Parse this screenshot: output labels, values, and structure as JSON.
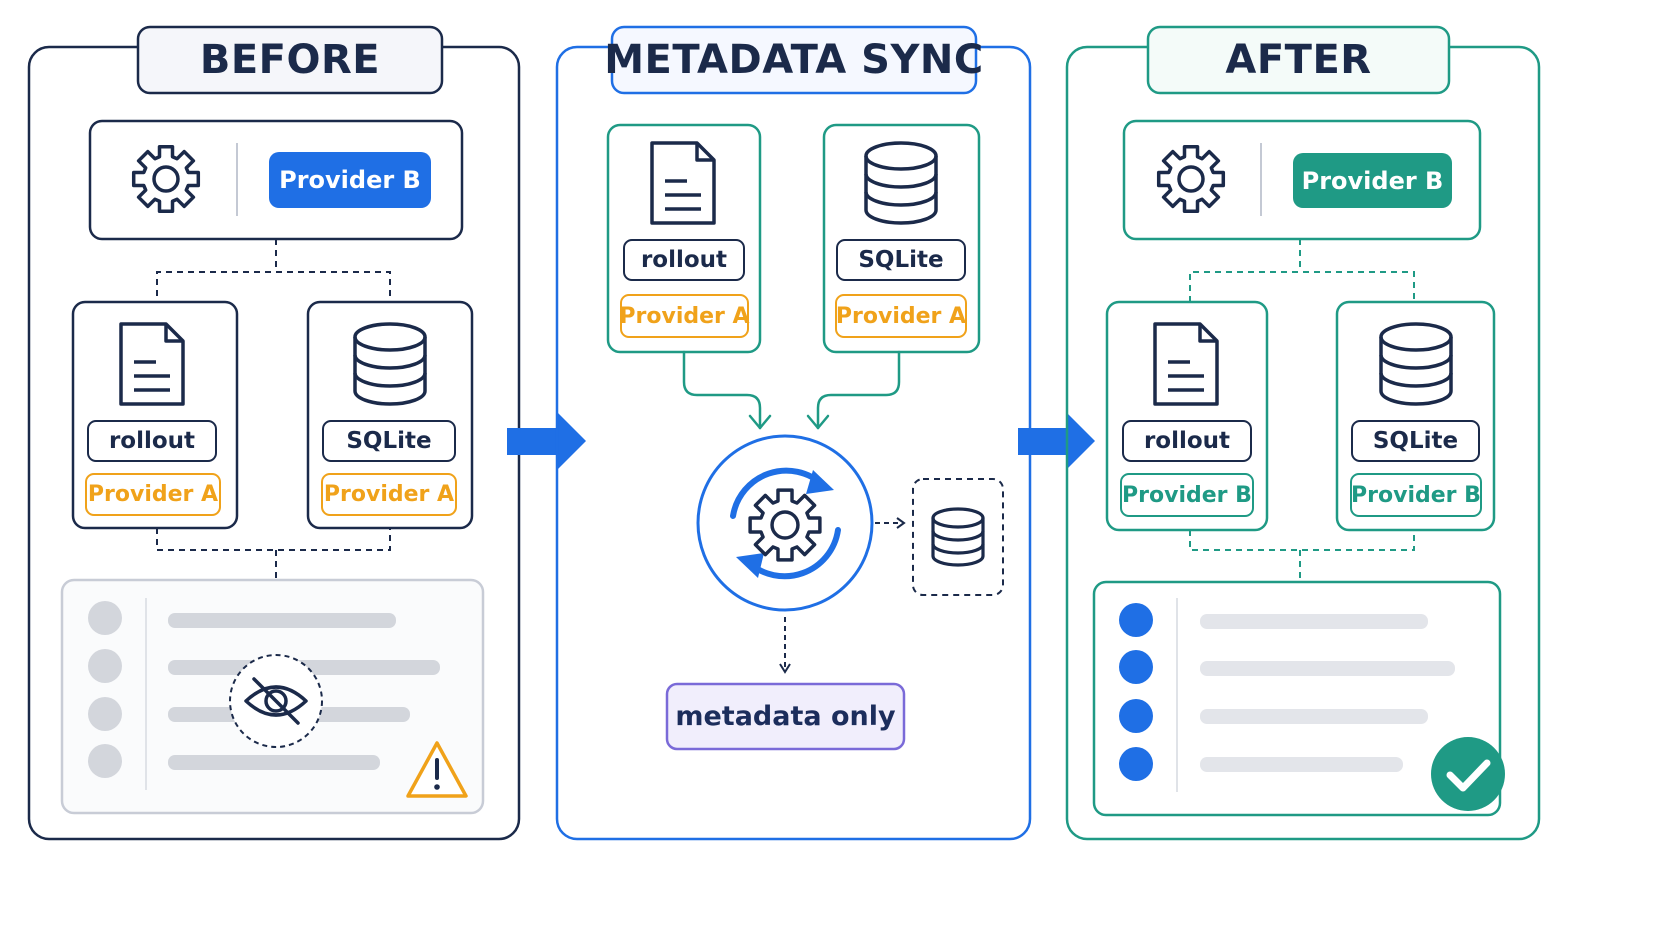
{
  "panels": {
    "before": {
      "title": "BEFORE",
      "active_provider": "Provider B",
      "rollout_label": "rollout",
      "rollout_provider": "Provider A",
      "sqlite_label": "SQLite",
      "sqlite_provider": "Provider A",
      "list_state": "hidden",
      "status": "warning"
    },
    "sync": {
      "title": "METADATA SYNC",
      "rollout_label": "rollout",
      "rollout_provider": "Provider A",
      "sqlite_label": "SQLite",
      "sqlite_provider": "Provider A",
      "result_label": "metadata only"
    },
    "after": {
      "title": "AFTER",
      "active_provider": "Provider B",
      "rollout_label": "rollout",
      "rollout_provider": "Provider B",
      "sqlite_label": "SQLite",
      "sqlite_provider": "Provider B",
      "list_state": "visible",
      "status": "success"
    }
  },
  "colors": {
    "navy": "#1b2a4a",
    "blue": "#1f6fe5",
    "teal": "#1f9a85",
    "orange": "#f0a21a",
    "purple": "#7a6ad8",
    "gray": "#d3d6dc"
  },
  "icons": [
    "gear-icon",
    "document-icon",
    "database-icon",
    "sync-icon",
    "eye-off-icon",
    "warning-icon",
    "checkmark-icon",
    "arrow-right-icon"
  ]
}
